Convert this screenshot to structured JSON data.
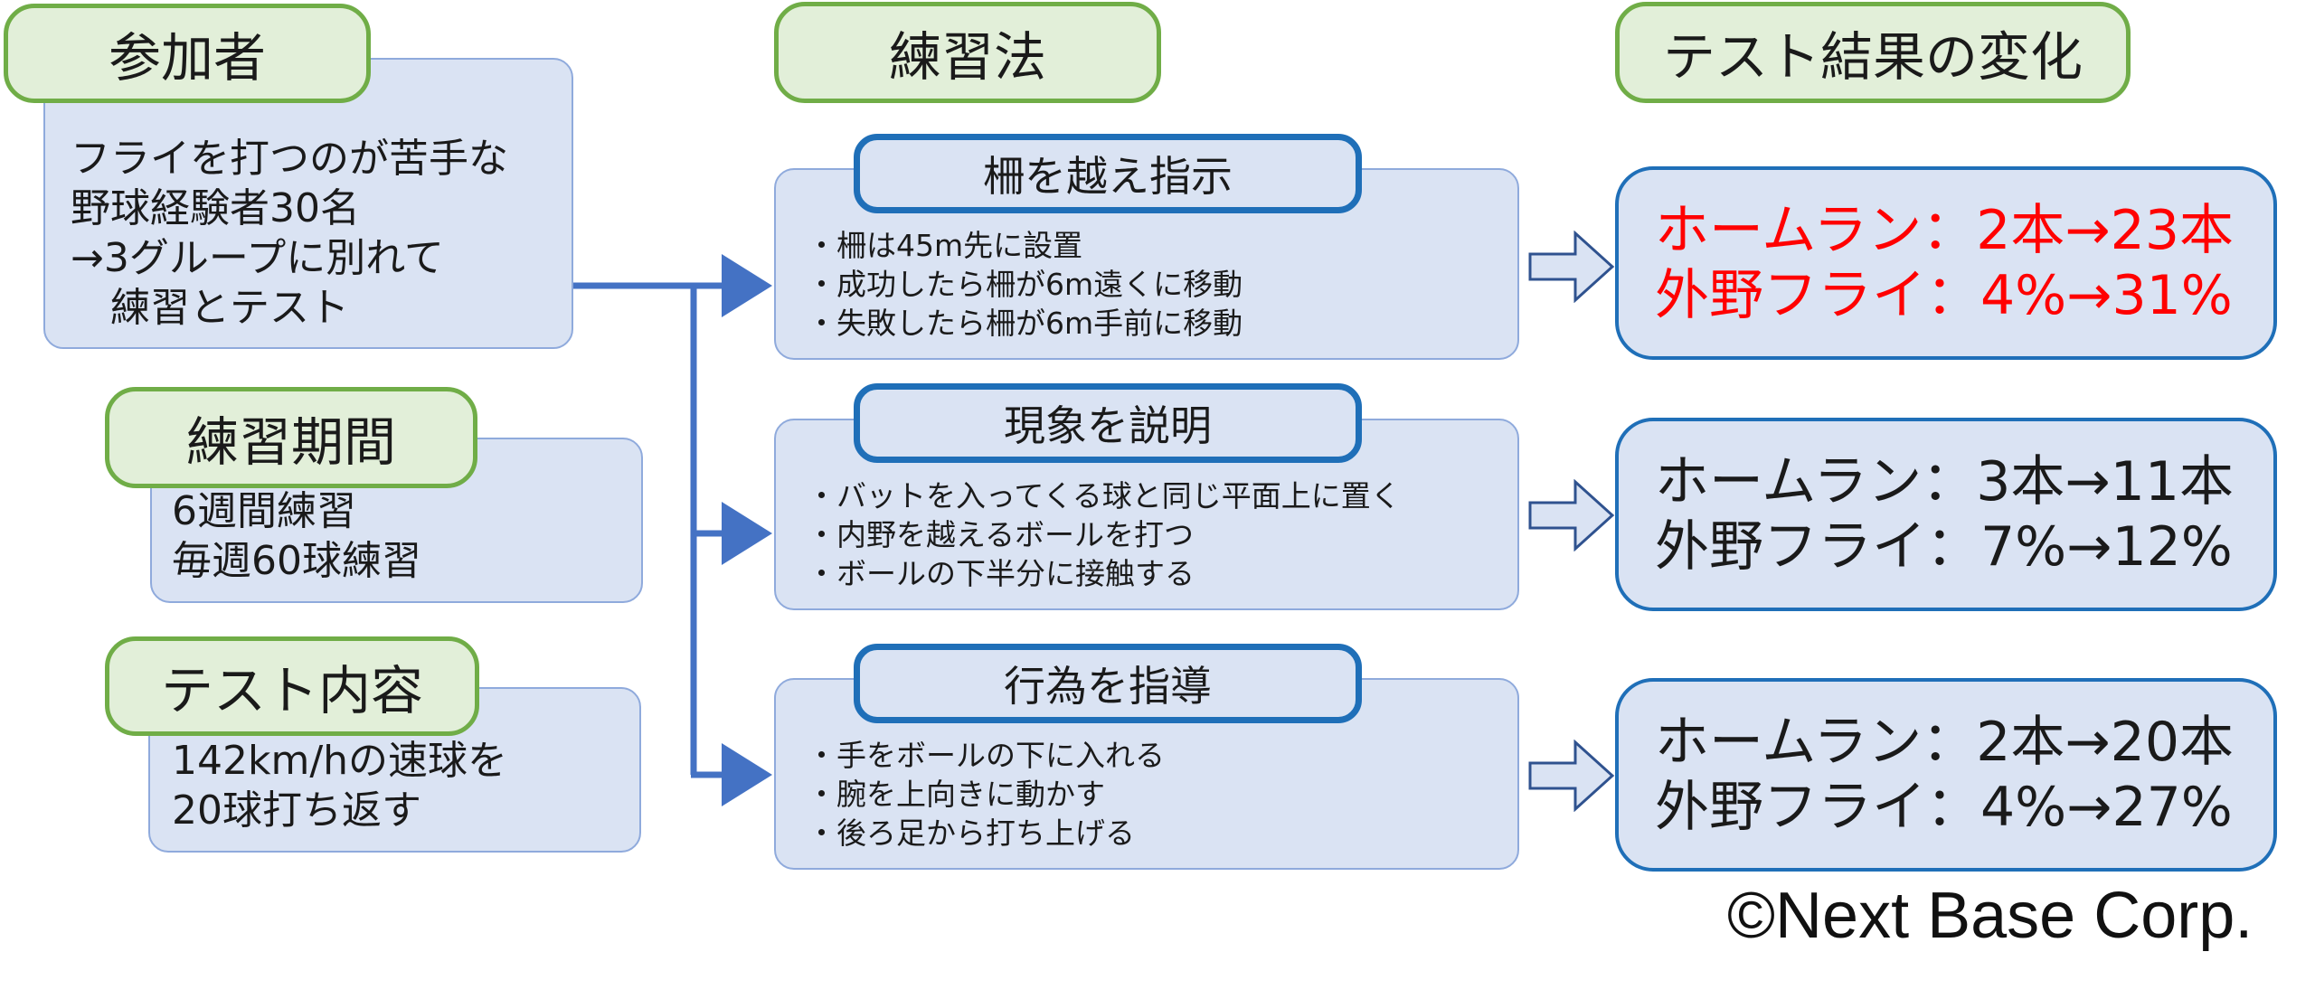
{
  "participants": {
    "header": "参加者",
    "body": "フライを打つのが苦手な\n野球経験者30名\n→3グループに別れて\n　練習とテスト"
  },
  "period": {
    "header": "練習期間",
    "body": "6週間練習\n毎週60球練習"
  },
  "test": {
    "header": "テスト内容",
    "body": "142km/hの速球を\n20球打ち返す"
  },
  "methods_header": "練習法",
  "results_header": "テスト結果の変化",
  "methods": [
    {
      "title": "柵を越え指示",
      "bullets": "・柵は45m先に設置\n・成功したら柵が6m遠くに移動\n・失敗したら柵が6m手前に移動"
    },
    {
      "title": "現象を説明",
      "bullets": "・バットを入ってくる球と同じ平面上に置く\n・内野を越えるボールを打つ\n・ボールの下半分に接触する"
    },
    {
      "title": "行為を指導",
      "bullets": "・手をボールの下に入れる\n・腕を上向きに動かす\n・後ろ足から打ち上げる"
    }
  ],
  "results": [
    {
      "line1": "ホームラン：2本→23本",
      "line2": "外野フライ：4%→31%",
      "color": "#ff0000"
    },
    {
      "line1": "ホームラン：3本→11本",
      "line2": "外野フライ：7%→12%",
      "color": "#1a1a1a"
    },
    {
      "line1": "ホームラン：2本→20本",
      "line2": "外野フライ：4%→27%",
      "color": "#1a1a1a"
    }
  ],
  "colors": {
    "green_border": "#70ad47",
    "green_fill": "#e2efd9",
    "box_fill": "#dae3f3",
    "box_border": "#8faadc",
    "dark_blue": "#1f6fb8",
    "connector_blue": "#4472c4",
    "highlight_red": "#ff0000"
  },
  "copyright": "©Next Base Corp."
}
